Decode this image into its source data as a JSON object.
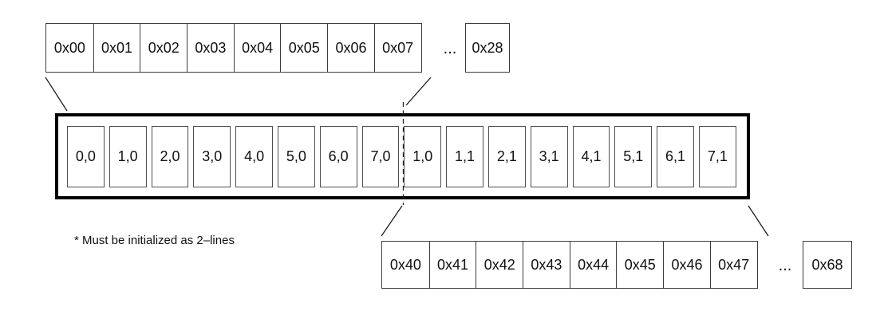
{
  "top_row": {
    "cells": [
      "0x00",
      "0x01",
      "0x02",
      "0x03",
      "0x04",
      "0x05",
      "0x06",
      "0x07"
    ],
    "ellipsis": "...",
    "tail_cell": "0x28"
  },
  "buffer": {
    "cells": [
      "0,0",
      "1,0",
      "2,0",
      "3,0",
      "4,0",
      "5,0",
      "6,0",
      "7,0",
      "1,0",
      "1,1",
      "2,1",
      "3,1",
      "4,1",
      "5,1",
      "6,1",
      "7,1"
    ]
  },
  "bottom_row": {
    "cells": [
      "0x40",
      "0x41",
      "0x42",
      "0x43",
      "0x44",
      "0x45",
      "0x46",
      "0x47"
    ],
    "ellipsis": "...",
    "tail_cell": "0x68"
  },
  "note": {
    "text": "* Must be initialized as 2–lines"
  },
  "colors": {
    "thick_border": "#000000",
    "thin_border": "#3c3c3c",
    "inner_cell_border": "#4f4f4f",
    "text": "#111111",
    "background": "#ffffff"
  }
}
